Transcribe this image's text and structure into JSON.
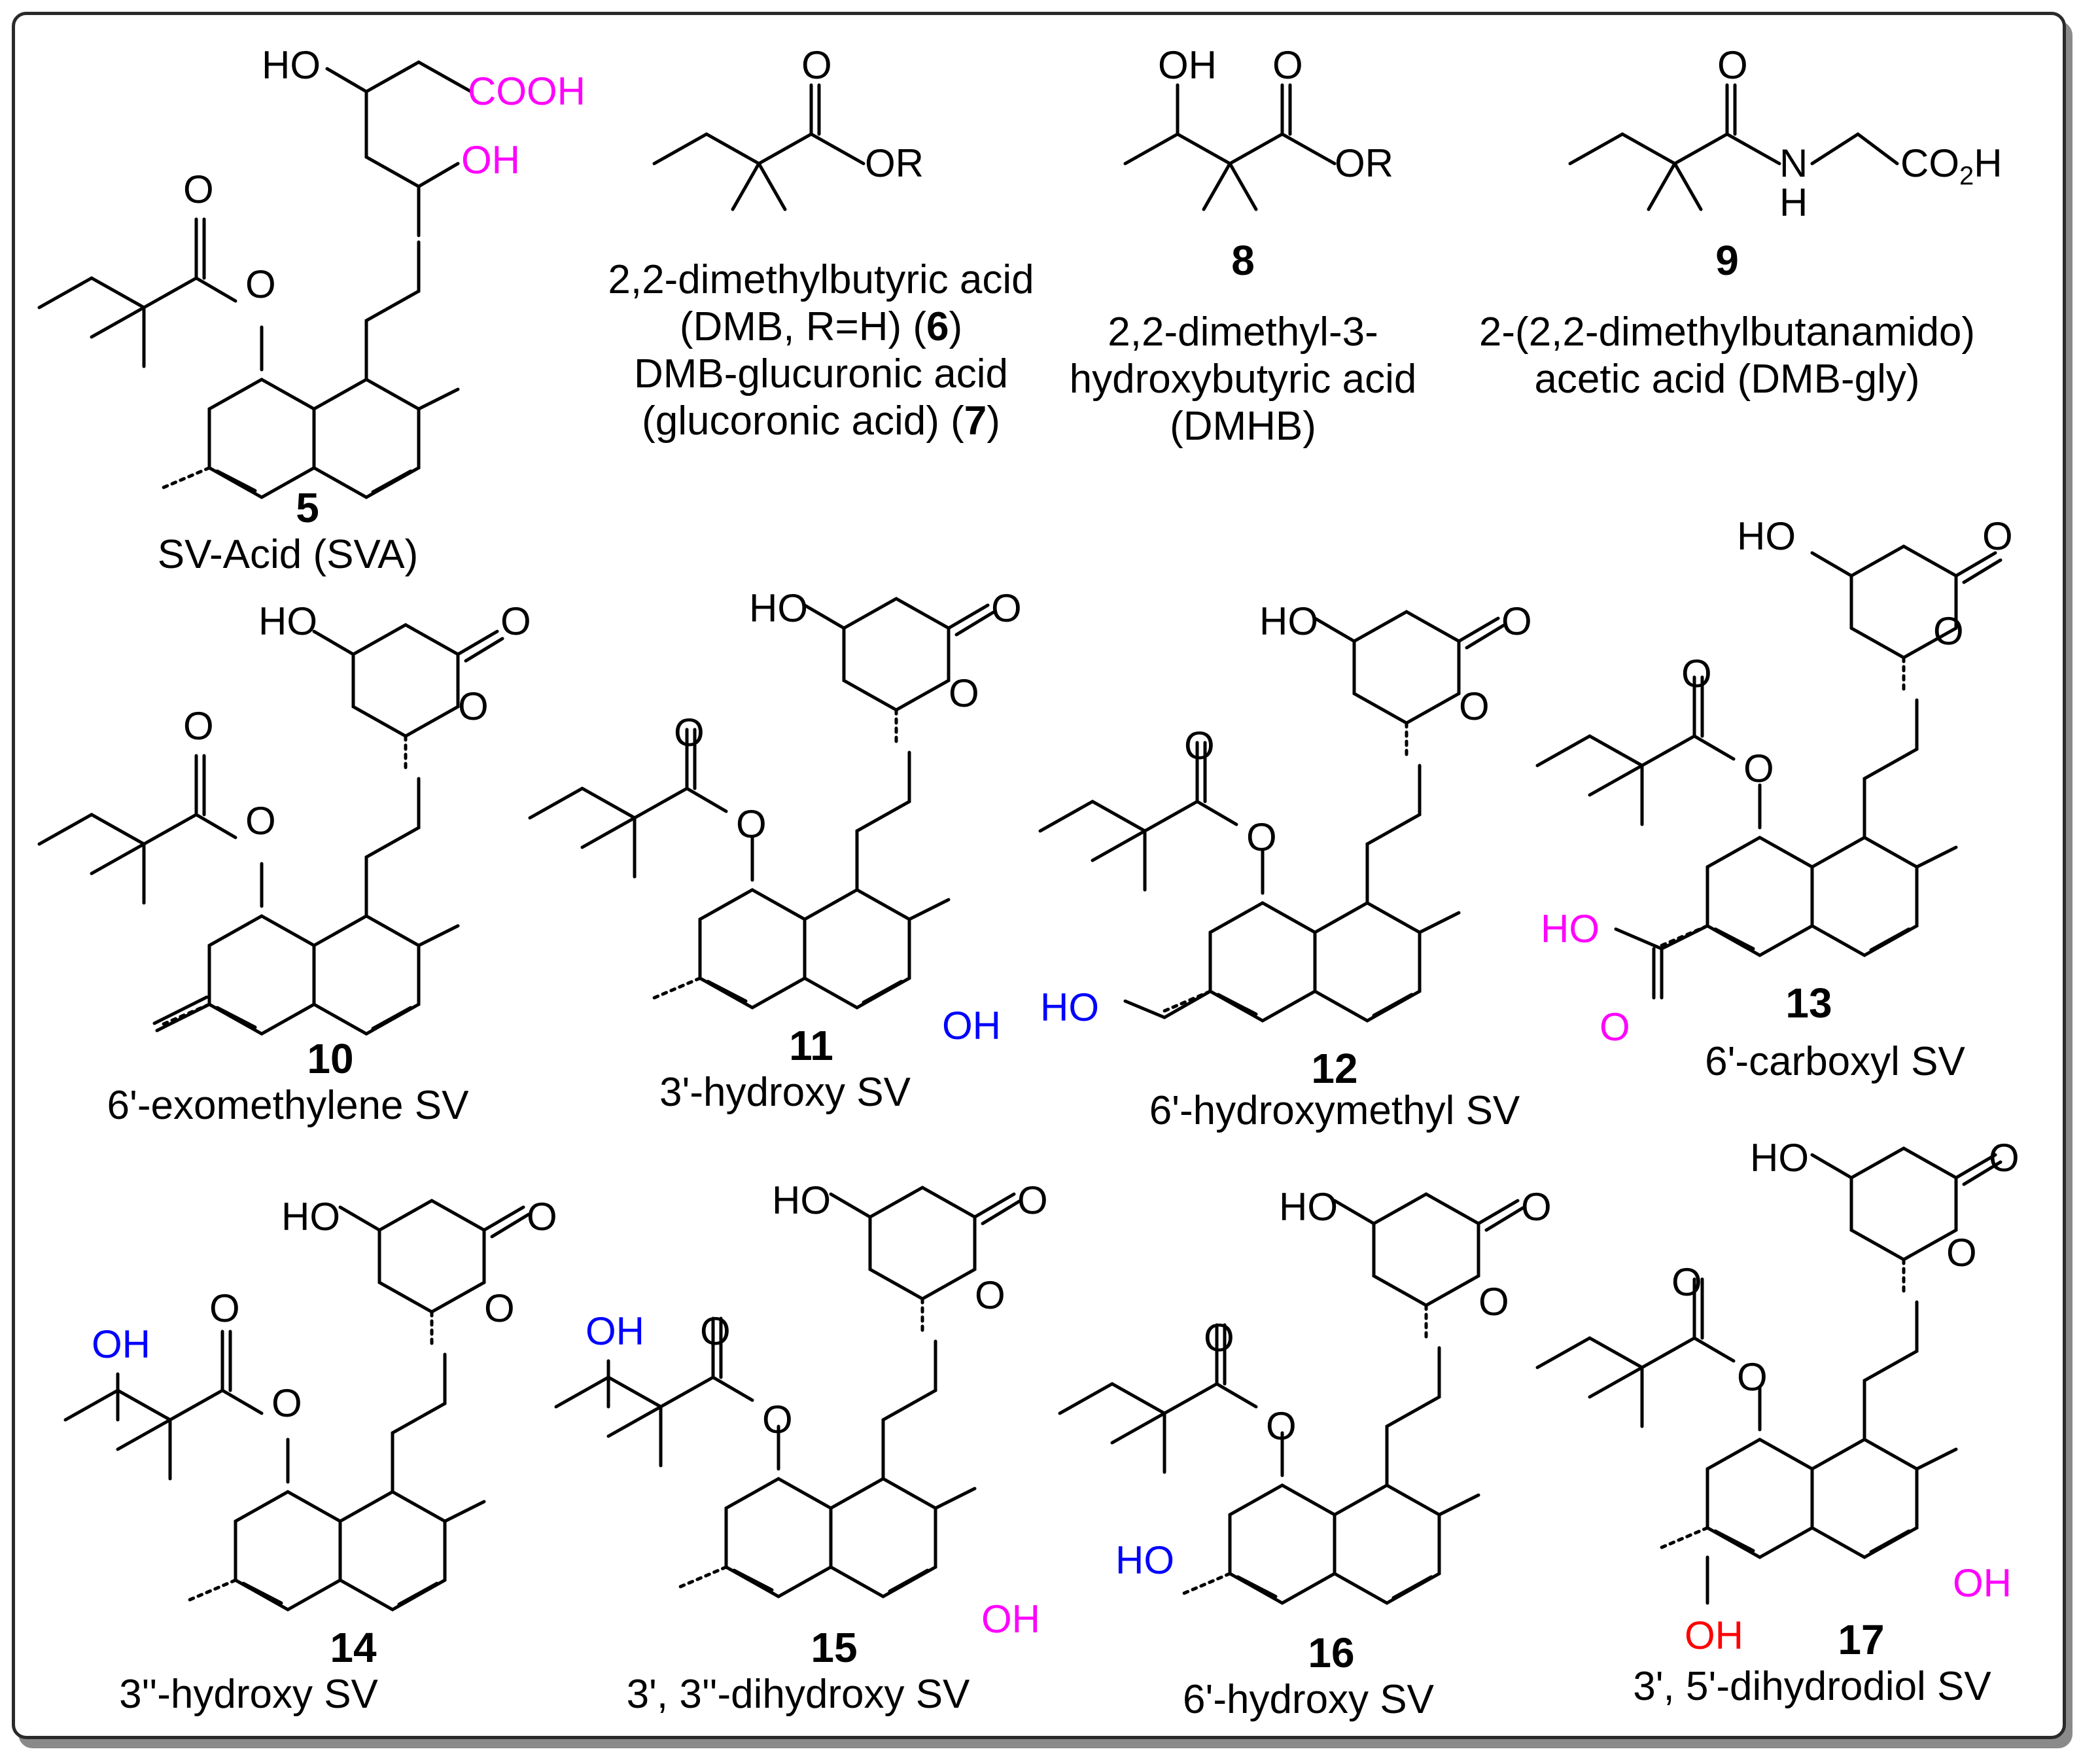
{
  "colors": {
    "magenta": "#ff00ff",
    "blue": "#0000ff",
    "red": "#ff0000",
    "black": "#000000"
  },
  "compounds": [
    {
      "number": "5",
      "caption": "SV-Acid (SVA)"
    },
    {
      "number": "6",
      "caption_line1": "2,2-dimethylbutyric acid",
      "caption_line2a": "(DMB, R=H) (",
      "caption_line2b": ")",
      "caption_line3": "DMB-glucuronic acid",
      "caption_line4a": "(glucoronic acid) (",
      "caption_line4b": ")",
      "number_b": "7"
    },
    {
      "number": "8",
      "caption_line1": "2,2-dimethyl-3-",
      "caption_line2": "hydroxybutyric acid",
      "caption_line3": "(DMHB)"
    },
    {
      "number": "9",
      "caption_line1": "2-(2,2-dimethylbutanamido)",
      "caption_line2": "acetic acid (DMB-gly)"
    },
    {
      "number": "10",
      "caption": "6'-exomethylene SV"
    },
    {
      "number": "11",
      "caption": "3'-hydroxy SV"
    },
    {
      "number": "12",
      "caption": "6'-hydroxymethyl SV"
    },
    {
      "number": "13",
      "caption": "6'-carboxyl SV"
    },
    {
      "number": "14",
      "caption": "3''-hydroxy SV"
    },
    {
      "number": "15",
      "caption": "3', 3''-dihydroxy SV"
    },
    {
      "number": "16",
      "caption": "6'-hydroxy SV"
    },
    {
      "number": "17",
      "caption": "3', 5'-dihydrodiol SV"
    }
  ],
  "atoms": {
    "ho": "HO",
    "oh": "OH",
    "o": "O",
    "or": "OR",
    "cooh": "COOH",
    "co2h": "CO",
    "co2h_sub": "2",
    "co2h_h": "H",
    "n": "N",
    "h": "H"
  }
}
